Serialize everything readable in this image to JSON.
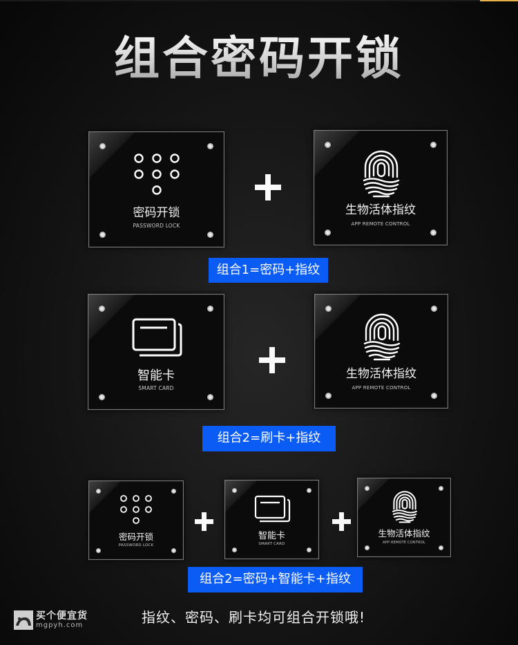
{
  "title": "组合密码开锁",
  "colors": {
    "badge": "#0b5cf5",
    "accent_top": "#e8b24a",
    "background": "#141414"
  },
  "combos": [
    {
      "panels": [
        {
          "icon": "keypad-icon",
          "label_cn": "密码开锁",
          "label_en": "PASSWORD LOCK"
        },
        {
          "icon": "fingerprint-icon",
          "label_cn": "生物活体指纹",
          "label_en": "APP REMOTE CONTROL"
        }
      ],
      "operator": "+",
      "badge": "组合1=密码+指纹"
    },
    {
      "panels": [
        {
          "icon": "smart-card-icon",
          "label_cn": "智能卡",
          "label_en": "SMART CARD"
        },
        {
          "icon": "fingerprint-icon",
          "label_cn": "生物活体指纹",
          "label_en": "APP REMOTE CONTROL"
        }
      ],
      "operator": "+",
      "badge": "组合2=刷卡+指纹"
    },
    {
      "panels": [
        {
          "icon": "keypad-icon",
          "label_cn": "密码开锁",
          "label_en": "PASSWORD LOCK"
        },
        {
          "icon": "smart-card-icon",
          "label_cn": "智能卡",
          "label_en": "SMART CARD"
        },
        {
          "icon": "fingerprint-icon",
          "label_cn": "生物活体指纹",
          "label_en": "APP REMOTE CONTROL"
        }
      ],
      "operators": [
        "+",
        "+"
      ],
      "badge": "组合2=密码+智能卡+指纹"
    }
  ],
  "footer": {
    "text": "指纹、密码、刷卡均可组合开锁哦!",
    "watermark_cn": "买个便宜货",
    "watermark_en": "mgpyh.com"
  }
}
